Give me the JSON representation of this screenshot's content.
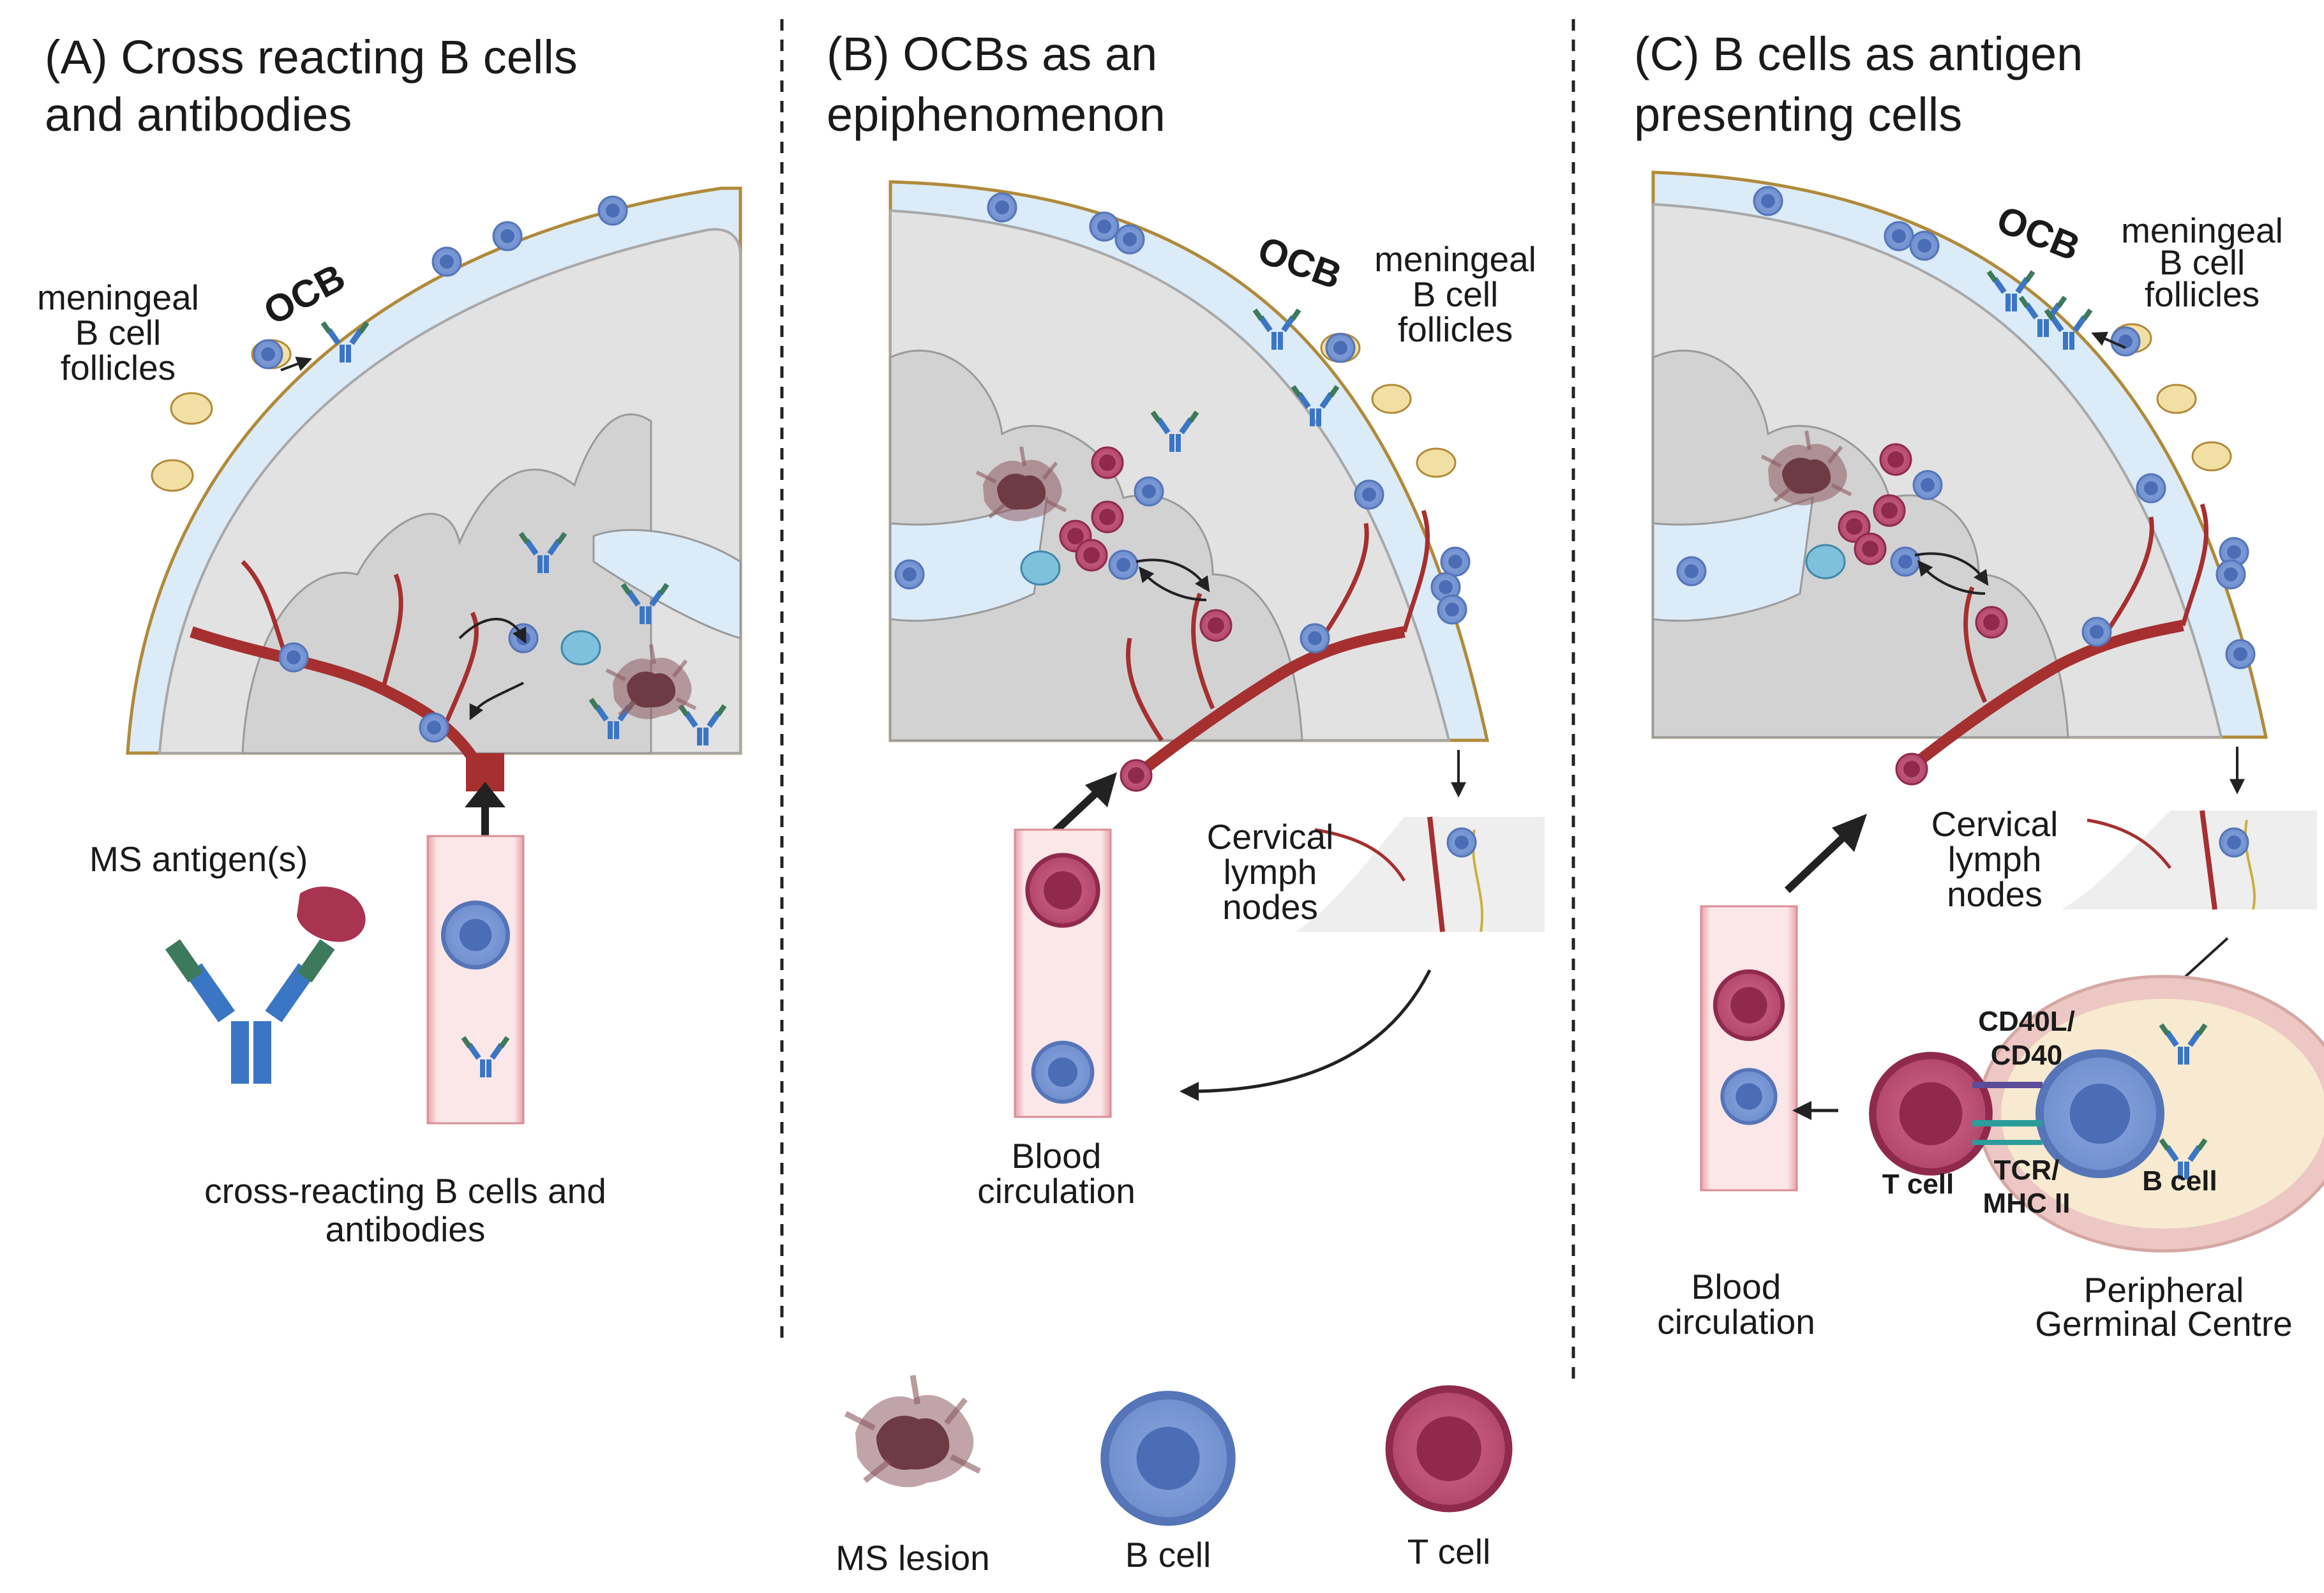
{
  "panels": {
    "a": {
      "title_line1": "(A) Cross reacting B cells",
      "title_line2": "and antibodies",
      "ocb": "OCB",
      "follicles_line1": "meningeal",
      "follicles_line2": "B cell",
      "follicles_line3": "follicles",
      "antigen_label": "MS antigen(s)",
      "caption_line1": "cross-reacting B cells and",
      "caption_line2": "antibodies"
    },
    "b": {
      "title_line1": "(B) OCBs as an",
      "title_line2": "epiphenomenon",
      "ocb": "OCB",
      "follicles_line1": "meningeal",
      "follicles_line2": "B cell",
      "follicles_line3": "follicles",
      "lymph_line1": "Cervical",
      "lymph_line2": "lymph",
      "lymph_line3": "nodes",
      "blood_line1": "Blood",
      "blood_line2": "circulation"
    },
    "c": {
      "title_line1": "(C) B cells as antigen",
      "title_line2": "presenting cells",
      "ocb": "OCB",
      "follicles_line1": "meningeal",
      "follicles_line2": "B cell",
      "follicles_line3": "follicles",
      "lymph_line1": "Cervical",
      "lymph_line2": "lymph",
      "lymph_line3": "nodes",
      "cd40_line1": "CD40L/",
      "cd40_line2": "CD40",
      "tcr_line1": "TCR/",
      "tcr_line2": "MHC II",
      "tcell": "T cell",
      "bcell": "B cell",
      "blood_line1": "Blood",
      "blood_line2": "circulation",
      "germinal_line1": "Peripheral",
      "germinal_line2": "Germinal Centre"
    }
  },
  "legend": {
    "lesion": "MS lesion",
    "bcell": "B cell",
    "tcell": "T cell"
  },
  "colors": {
    "b_cell": "#6f8fcf",
    "b_cell_nucleus": "#4a6db5",
    "t_cell": "#b3476b",
    "t_cell_nucleus": "#8f2a4d",
    "vessel": "#a62f2f",
    "meninges": "#dcebf8",
    "brain_tissue": "#d9d9d9",
    "antibody_blue": "#3b76c4",
    "antibody_green": "#3d7a5c",
    "follicle": "#f2dfa3",
    "germinal_centre": "#f7ead0"
  }
}
